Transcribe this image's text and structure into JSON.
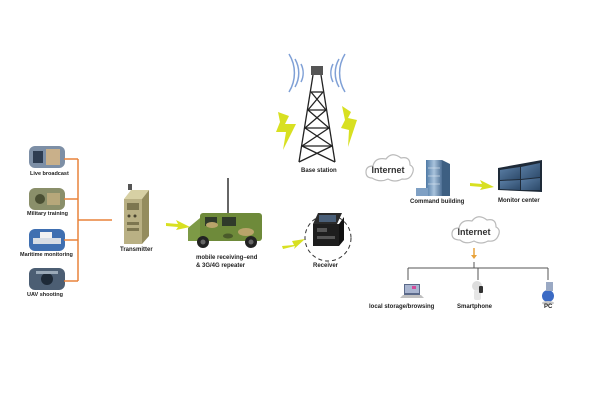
{
  "sources": [
    {
      "label": "Live broadcast"
    },
    {
      "label": "Military training"
    },
    {
      "label": "Maritime monitoring"
    },
    {
      "label": "UAV shooting"
    }
  ],
  "devices": {
    "transmitter": "Transmitter",
    "vehicle_line1": "mobile receiving–end",
    "vehicle_line2": "& 3G/4G repeater",
    "receiver": "Receiver",
    "base_station": "Base station",
    "command_building": "Command building",
    "monitor_center": "Monitor center"
  },
  "clouds": {
    "top": "Internet",
    "bottom": "Internet"
  },
  "endpoints": [
    {
      "label": "local storage/browsing"
    },
    {
      "label": "Smartphone"
    },
    {
      "label": "PC"
    }
  ],
  "colors": {
    "connector": "#e8823a",
    "lightning": "#d8e021",
    "cloud_stroke": "#bbbbbb",
    "tree_line": "#555555",
    "camo_green": "#6e8a3a",
    "tan": "#b9a46a",
    "building_blue": "#6a8fb8",
    "screen_blue": "#3a5f8a"
  }
}
